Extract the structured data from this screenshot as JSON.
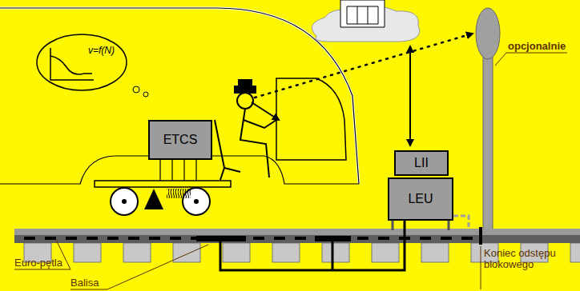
{
  "diagram": {
    "nodes": [
      {
        "text": [
          "v=f(N)"
        ]
      },
      {
        "text": [
          "ETCS"
        ]
      },
      {
        "text": [
          "LII"
        ]
      },
      {
        "text": [
          "LEU"
        ]
      }
    ],
    "labels": [
      "Euro-pętla",
      "Balisa",
      "Koniec odstępu blokowego",
      "opcjonalnie"
    ]
  }
}
